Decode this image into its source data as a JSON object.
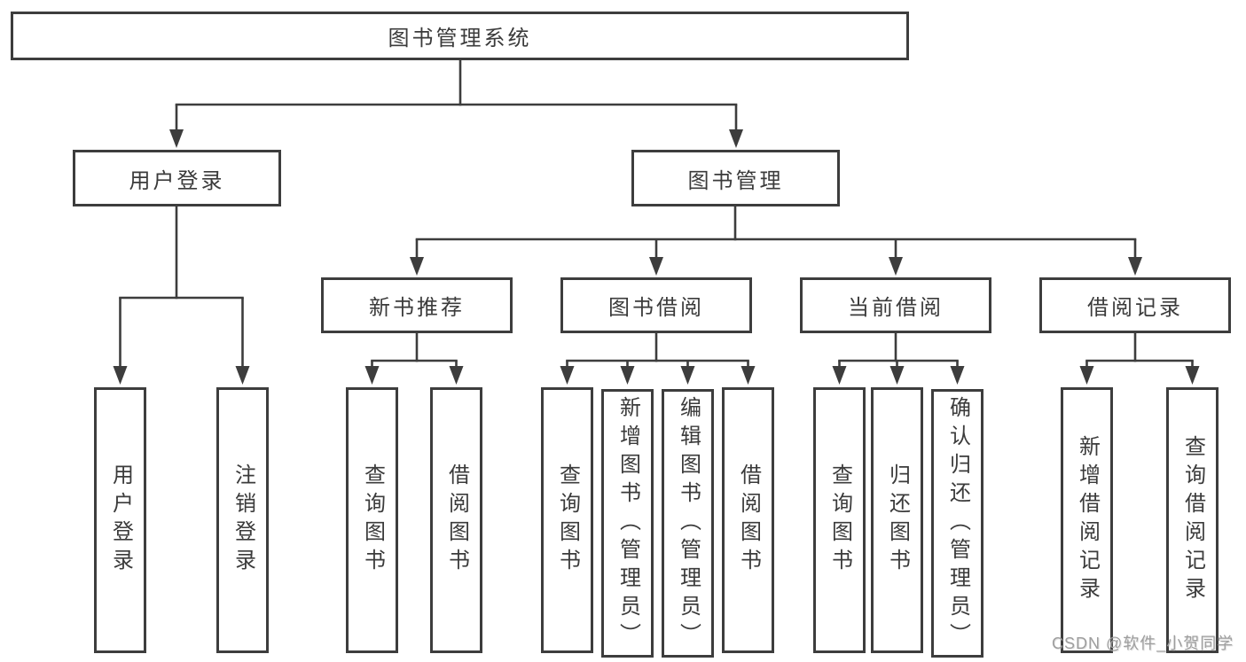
{
  "diagram": {
    "root": {
      "label": "图书管理系统"
    },
    "level2": [
      {
        "label": "用户登录"
      },
      {
        "label": "图书管理"
      }
    ],
    "level3": [
      {
        "label": "新书推荐"
      },
      {
        "label": "图书借阅"
      },
      {
        "label": "当前借阅"
      },
      {
        "label": "借阅记录"
      }
    ],
    "leaves": {
      "user_login": [
        {
          "label": "用户登录"
        },
        {
          "label": "注销登录"
        }
      ],
      "new_book_recommend": [
        {
          "label": "查询图书"
        },
        {
          "label": "借阅图书"
        }
      ],
      "book_borrow": [
        {
          "label": "查询图书"
        },
        {
          "label": "新增图书（管理员）"
        },
        {
          "label": "编辑图书（管理员）"
        },
        {
          "label": "借阅图书"
        }
      ],
      "current_borrow": [
        {
          "label": "查询图书"
        },
        {
          "label": "归还图书"
        },
        {
          "label": "确认归还（管理员）"
        }
      ],
      "borrow_record": [
        {
          "label": "新增借阅记录"
        },
        {
          "label": "查询借阅记录"
        }
      ]
    },
    "watermark": "CSDN @软件_小贺同学",
    "colors": {
      "line": "#3d3d3d",
      "text": "#3b3b3b",
      "background": "#ffffff",
      "watermark": "#9e9e9e"
    }
  }
}
